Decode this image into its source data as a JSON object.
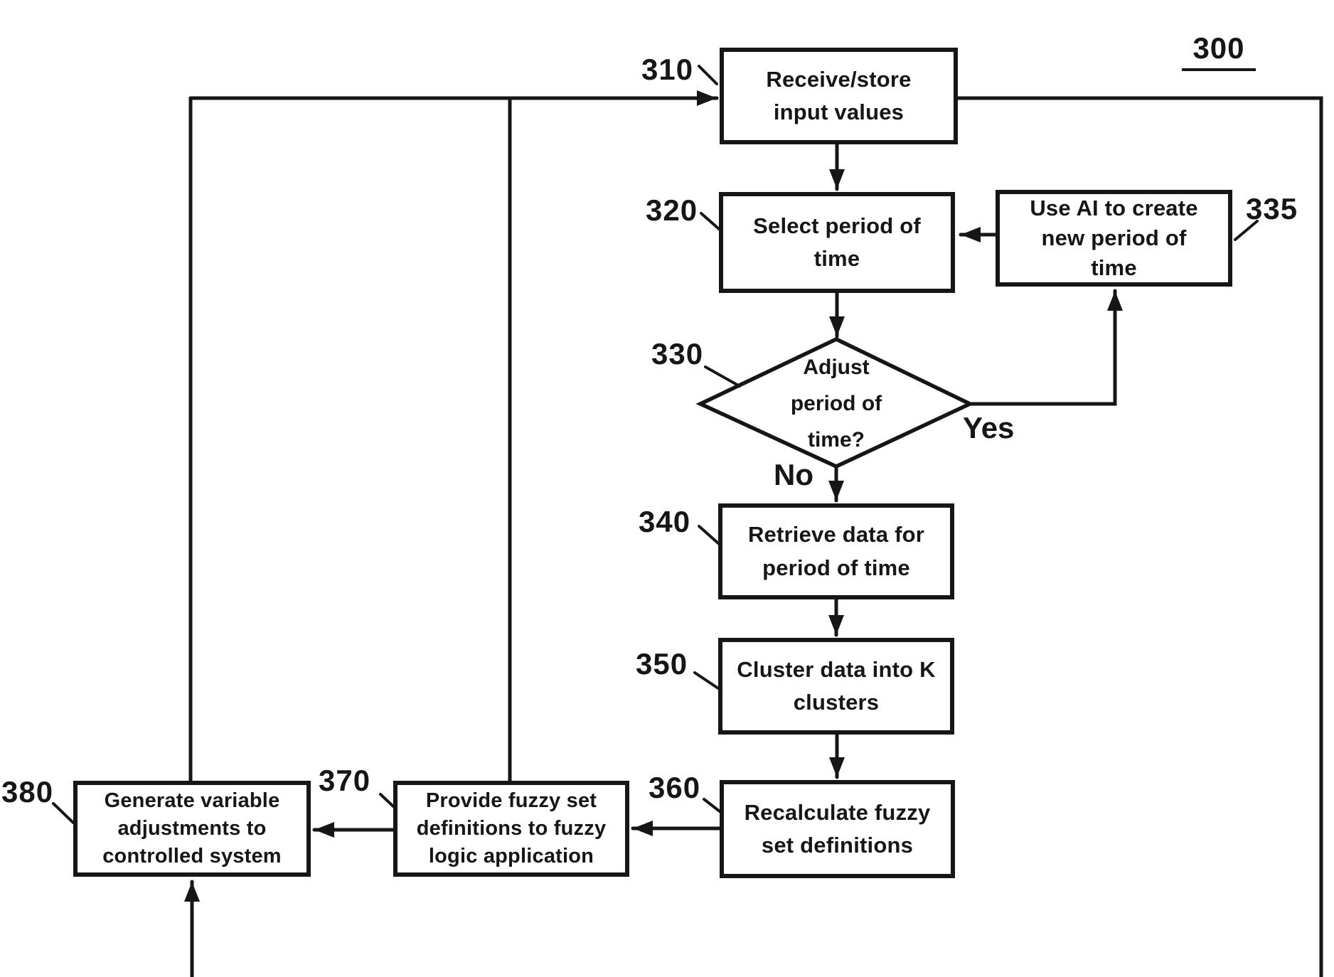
{
  "figure_ref": "300",
  "branch_labels": {
    "yes": "Yes",
    "no": "No"
  },
  "nodes": {
    "n310": {
      "ref": "310",
      "text": "Receive/store\ninput values"
    },
    "n320": {
      "ref": "320",
      "text": "Select period of\ntime"
    },
    "n335": {
      "ref": "335",
      "text": "Use AI to create\nnew period of\ntime"
    },
    "n330": {
      "ref": "330",
      "text": "Adjust\nperiod of\ntime?"
    },
    "n340": {
      "ref": "340",
      "text": "Retrieve data for\nperiod of time"
    },
    "n350": {
      "ref": "350",
      "text": "Cluster data into K\nclusters"
    },
    "n360": {
      "ref": "360",
      "text": "Recalculate fuzzy\nset definitions"
    },
    "n370": {
      "ref": "370",
      "text": "Provide fuzzy set\ndefinitions to fuzzy\nlogic application"
    },
    "n380": {
      "ref": "380",
      "text": "Generate variable\nadjustments to\ncontrolled system"
    }
  },
  "colors": {
    "ink": "#161616",
    "background": "#ffffff"
  }
}
